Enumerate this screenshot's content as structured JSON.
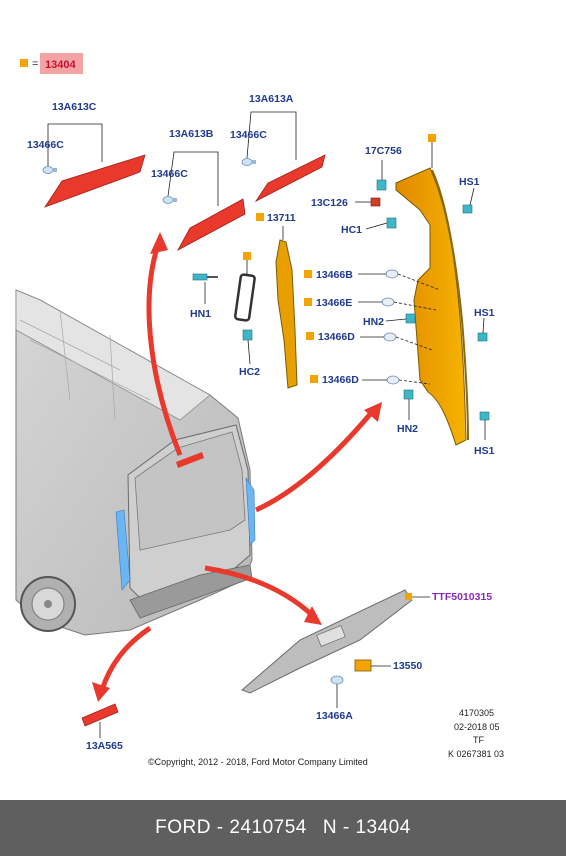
{
  "legend": {
    "equals": "=",
    "code": "13404"
  },
  "labels": {
    "l_13A613C": "13A613C",
    "l_13466C_a": "13466C",
    "l_13A613B": "13A613B",
    "l_13466C_b": "13466C",
    "l_13A613A": "13A613A",
    "l_13466C_c": "13466C",
    "l_17C756": "17C756",
    "l_HS1_a": "HS1",
    "l_13C126": "13C126",
    "l_HC1": "HC1",
    "l_13711": "13711",
    "l_13466B": "13466B",
    "l_13466E": "13466E",
    "l_HS1_b": "HS1",
    "l_HN2_a": "HN2",
    "l_13466D_a": "13466D",
    "l_13466D_b": "13466D",
    "l_HN2_b": "HN2",
    "l_HS1_c": "HS1",
    "l_HN1": "HN1",
    "l_HC2": "HC2",
    "l_TTF": "TTF5010315",
    "l_13550": "13550",
    "l_13466A": "13466A",
    "l_13A565": "13A565"
  },
  "meta": {
    "id": "4170305",
    "date": "02-2018 05",
    "tf": "TF",
    "k": "K 0267381 03",
    "copyright": "©Copyright, 2012 - 2018, Ford Motor Company Limited"
  },
  "footer": {
    "brand_part": "FORD - 2410754",
    "ref": "N - 13404"
  },
  "colors": {
    "accent_red": "#e8392c",
    "label_blue": "#1f3a8f",
    "marker_orange": "#f4a300",
    "link_purple": "#8a2ab8",
    "footer_bg": "#5f5f5f"
  }
}
